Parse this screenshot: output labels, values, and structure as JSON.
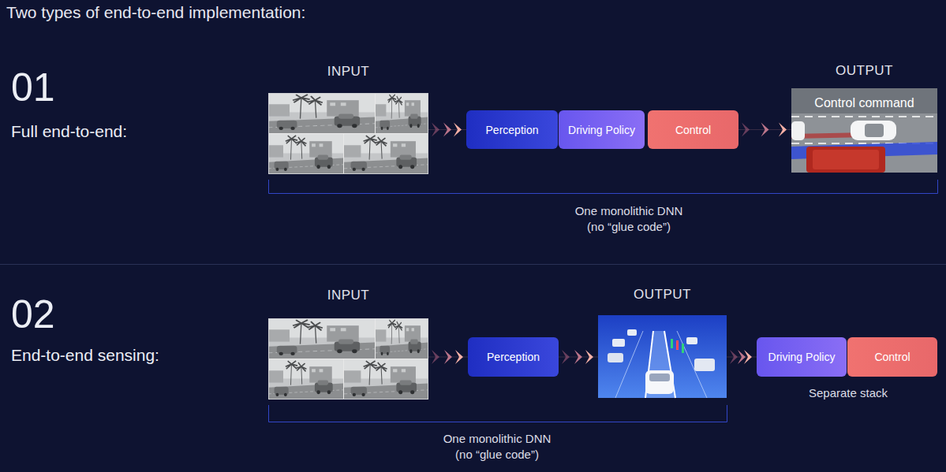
{
  "diagram": {
    "title": "Two types of end-to-end implementation:",
    "nodes": [
      {
        "text": [
          "INPUT"
        ]
      },
      {
        "text": [
          "Perception"
        ]
      },
      {
        "text": [
          "Driving Policy"
        ]
      },
      {
        "text": [
          "Control"
        ]
      },
      {
        "text": [
          "OUTPUT",
          "Control command"
        ]
      },
      {
        "text": [
          "INPUT"
        ]
      },
      {
        "text": [
          "Perception"
        ]
      },
      {
        "text": [
          "OUTPUT"
        ]
      },
      {
        "text": [
          "Driving Policy"
        ]
      },
      {
        "text": [
          "Control"
        ]
      }
    ],
    "edges": [
      {
        "from": 0,
        "to": 1,
        "arrow": "to"
      },
      {
        "from": 3,
        "to": 4,
        "arrow": "to"
      },
      {
        "from": 5,
        "to": 6,
        "arrow": "to"
      },
      {
        "from": 6,
        "to": 7,
        "arrow": "to"
      },
      {
        "from": 7,
        "to": 8,
        "arrow": "to"
      }
    ],
    "labels": [
      "01",
      "Full end-to-end:",
      "One monolithic DNN (no “glue code”)",
      "02",
      "End-to-end sensing:",
      "One monolithic DNN (no “glue code”)",
      "Separate stack"
    ]
  }
}
